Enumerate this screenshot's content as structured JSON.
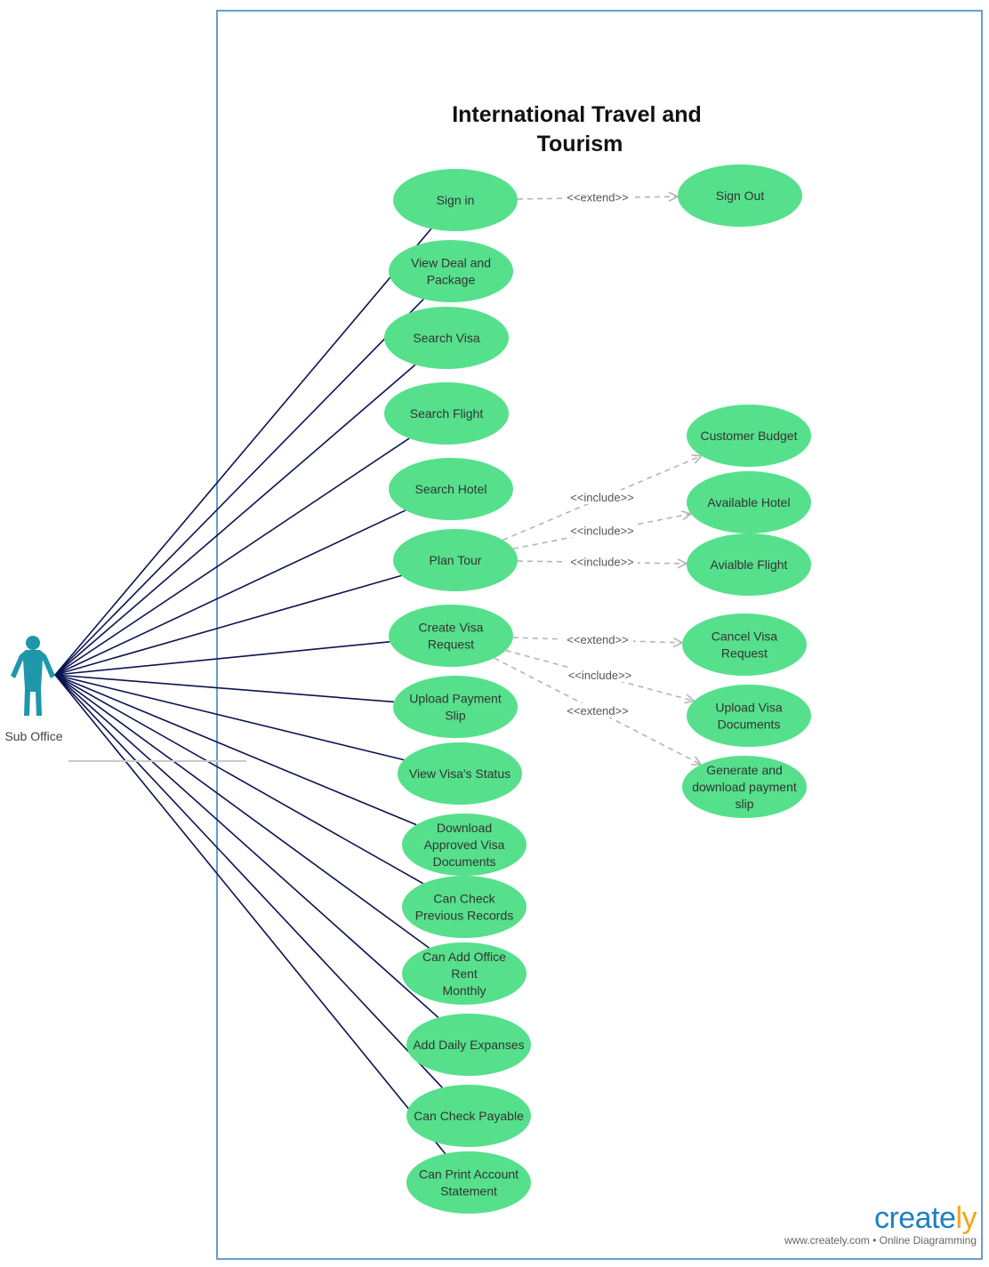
{
  "title": [
    "International Travel and",
    "Tourism"
  ],
  "actor": {
    "label": "Sub Office"
  },
  "colors": {
    "usecase": "#56e08c",
    "association": "#0b1450",
    "dependency": "#b5b5b5",
    "boundary": "#2f80c5",
    "actor": "#1d97a9"
  },
  "use_cases": [
    {
      "id": "sign_in",
      "lines": [
        "Sign in"
      ]
    },
    {
      "id": "view_deal",
      "lines": [
        "View Deal and",
        "Package"
      ]
    },
    {
      "id": "search_visa",
      "lines": [
        "Search Visa"
      ]
    },
    {
      "id": "search_flight",
      "lines": [
        "Search Flight"
      ]
    },
    {
      "id": "search_hotel",
      "lines": [
        "Search Hotel"
      ]
    },
    {
      "id": "plan_tour",
      "lines": [
        "Plan Tour"
      ]
    },
    {
      "id": "create_visa",
      "lines": [
        "Create Visa",
        "Request"
      ]
    },
    {
      "id": "upload_payment",
      "lines": [
        "Upload Payment",
        "Slip"
      ]
    },
    {
      "id": "view_visa_status",
      "lines": [
        "View Visa's Status"
      ]
    },
    {
      "id": "download_visa_docs",
      "lines": [
        "Download",
        "Approved Visa",
        "Documents"
      ]
    },
    {
      "id": "check_records",
      "lines": [
        "Can Check",
        "Previous Records"
      ]
    },
    {
      "id": "add_rent",
      "lines": [
        "Can Add Office",
        "Rent",
        "Monthly"
      ]
    },
    {
      "id": "daily_expanses",
      "lines": [
        "Add Daily Expanses"
      ]
    },
    {
      "id": "check_payable",
      "lines": [
        "Can Check Payable"
      ]
    },
    {
      "id": "print_statement",
      "lines": [
        "Can Print Account",
        "Statement"
      ]
    },
    {
      "id": "sign_out",
      "lines": [
        "Sign Out"
      ]
    },
    {
      "id": "customer_budget",
      "lines": [
        "Customer Budget"
      ]
    },
    {
      "id": "available_hotel",
      "lines": [
        "Available Hotel"
      ]
    },
    {
      "id": "available_flight",
      "lines": [
        "Avialble Flight"
      ]
    },
    {
      "id": "cancel_visa",
      "lines": [
        "Cancel Visa",
        "Request"
      ]
    },
    {
      "id": "upload_visa_docs",
      "lines": [
        "Upload Visa",
        "Documents"
      ]
    },
    {
      "id": "generate_slip",
      "lines": [
        "Generate and",
        "download payment",
        "slip"
      ]
    }
  ],
  "associations": [
    "sign_in",
    "view_deal",
    "search_visa",
    "search_flight",
    "search_hotel",
    "plan_tour",
    "create_visa",
    "upload_payment",
    "view_visa_status",
    "download_visa_docs",
    "check_records",
    "add_rent",
    "daily_expanses",
    "check_payable",
    "print_statement"
  ],
  "relations": [
    {
      "from": "sign_in",
      "to": "sign_out",
      "label": "<<extend>>"
    },
    {
      "from": "plan_tour",
      "to": "customer_budget",
      "label": "<<include>>"
    },
    {
      "from": "plan_tour",
      "to": "available_hotel",
      "label": "<<include>>"
    },
    {
      "from": "plan_tour",
      "to": "available_flight",
      "label": "<<include>>"
    },
    {
      "from": "create_visa",
      "to": "cancel_visa",
      "label": "<<extend>>"
    },
    {
      "from": "create_visa",
      "to": "upload_visa_docs",
      "label": "<<include>>"
    },
    {
      "from": "create_visa",
      "to": "generate_slip",
      "label": "<<extend>>"
    }
  ],
  "branding": {
    "logo": "creately",
    "tagline": "www.creately.com • Online Diagramming"
  }
}
